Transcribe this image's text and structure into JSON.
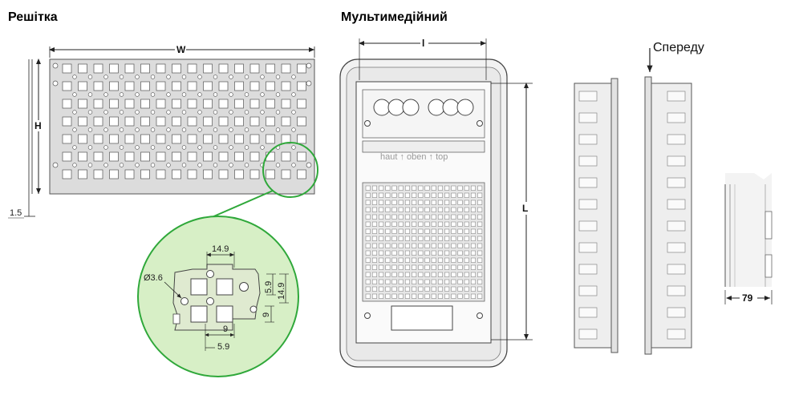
{
  "left_title": "Решітка",
  "center_title": "Мультимедійний",
  "grid_panel": {
    "width_label": "W",
    "height_label": "H",
    "thickness_label": "1.5"
  },
  "detail": {
    "hole_label": "Ø3.6",
    "pitch_top_label": "14.9",
    "dim_vertical_a": "5.9",
    "dim_vertical_b": "14.9",
    "dim_vertical_c": "9",
    "dim_bottom_a": "9",
    "dim_bottom_b": "5.9",
    "accent_color": "#2fa83a",
    "fill_color": "#d4ebc3"
  },
  "enclosure": {
    "width_label": "l",
    "height_label": "L",
    "faint_text": "haut ↑ oben ↑ top"
  },
  "side_view": {
    "front_label": "Спереду",
    "depth_label": "79"
  }
}
